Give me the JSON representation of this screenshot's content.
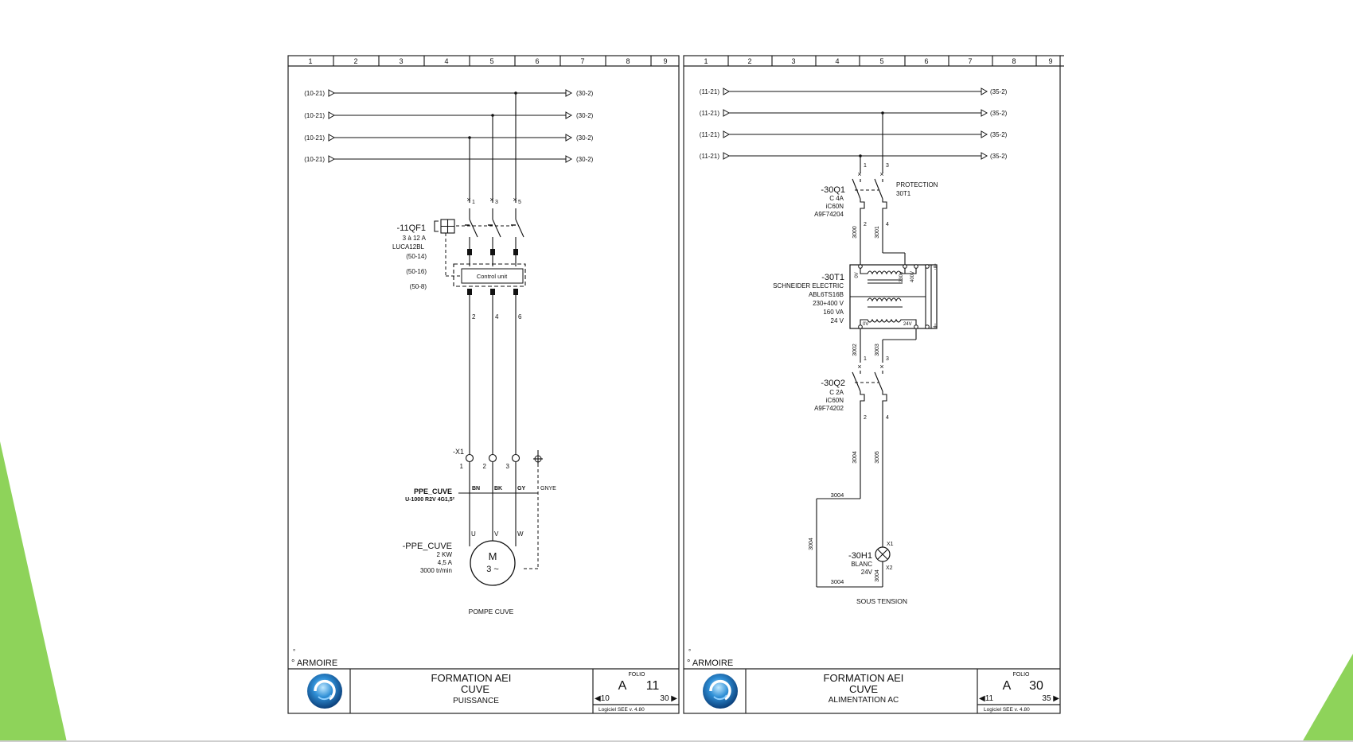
{
  "colors": {
    "accent_green": "#8ed35a",
    "line": "#111111"
  },
  "sheets": [
    {
      "columns": [
        "1",
        "2",
        "3",
        "4",
        "5",
        "6",
        "7",
        "8",
        "9"
      ],
      "bus_left": [
        "(10-21)",
        "(10-21)",
        "(10-21)",
        "(10-21)"
      ],
      "bus_right": [
        "(30-2)",
        "(30-2)",
        "(30-2)",
        "(30-2)"
      ],
      "breaker": {
        "tag": "-11QF1",
        "l1": "3 à 12 A",
        "l2": "LUCA12BL",
        "r1": "(50-14)",
        "r2": "(50-16)",
        "r3": "(50-8)",
        "unit": "Control unit",
        "p1": "1",
        "p3": "3",
        "p5": "5",
        "o2": "2",
        "o4": "4",
        "o6": "6"
      },
      "terminal": {
        "tag": "-X1",
        "t1": "1",
        "t2": "2",
        "t3": "3"
      },
      "cable": {
        "tag": "PPE_CUVE",
        "spec": "U-1000 R2V 4G1,5²",
        "c1": "BN",
        "c2": "BK",
        "c3": "GY",
        "c4": "GNYE"
      },
      "motor": {
        "tag": "-PPE_CUVE",
        "power": "2 KW",
        "current": "4,5 A",
        "speed": "3000 tr/min",
        "u": "U",
        "v": "V",
        "w": "W",
        "m": "M",
        "phase": "3 ~"
      },
      "caption": "POMPE CUVE",
      "armoire_dot": "°",
      "armoire": "° ARMOIRE",
      "title1": "FORMATION AEI",
      "title2": "CUVE",
      "title3": "PUISSANCE",
      "folio_label": "FOLIO",
      "folio_letter": "A",
      "folio_num": "11",
      "prev": "◀10",
      "next": "30 ▶",
      "software": "Logiciel SEE v. 4.80"
    },
    {
      "columns": [
        "1",
        "2",
        "3",
        "4",
        "5",
        "6",
        "7",
        "8",
        "9"
      ],
      "bus_left": [
        "(11-21)",
        "(11-21)",
        "(11-21)",
        "(11-21)"
      ],
      "bus_right": [
        "(35-2)",
        "(35-2)",
        "(35-2)",
        "(35-2)"
      ],
      "q1": {
        "tag": "-30Q1",
        "l1": "C    4A",
        "l2": "iC60N",
        "l3": "A9F74204",
        "p1": "1",
        "p3": "3",
        "o2": "2",
        "o4": "4",
        "note1": "PROTECTION",
        "note2": "30T1"
      },
      "w1": "3000",
      "w2": "3001",
      "t1": {
        "tag": "-30T1",
        "l1": "SCHNEIDER ELECTRIC",
        "l2": "ABL6TS16B",
        "l3": "230+400 V",
        "l4": "160 VA",
        "l5": "24 V",
        "ov_top": "0V",
        "v230": "230V",
        "v400": "400V",
        "ov_bot": "0V",
        "v24": "24V"
      },
      "w3": "3002",
      "w4": "3003",
      "q2": {
        "tag": "-30Q2",
        "l1": "C    2A",
        "l2": "iC60N",
        "l3": "A9F74202",
        "p1": "1",
        "p3": "3",
        "o2": "2",
        "o4": "4"
      },
      "w5": "3004",
      "w6": "3005",
      "w7": "3004",
      "w8": "3004",
      "w9": "3004",
      "w10": "3004",
      "lamp": {
        "tag": "-30H1",
        "color": "BLANC",
        "voltage": "24V",
        "x1": "X1",
        "x2": "X2"
      },
      "caption": "SOUS TENSION",
      "armoire_dot": "°",
      "armoire": "° ARMOIRE",
      "title1": "FORMATION AEI",
      "title2": "CUVE",
      "title3": "ALIMENTATION AC",
      "folio_label": "FOLIO",
      "folio_letter": "A",
      "folio_num": "30",
      "prev": "◀11",
      "next": "35 ▶",
      "software": "Logiciel SEE v. 4.80"
    }
  ]
}
